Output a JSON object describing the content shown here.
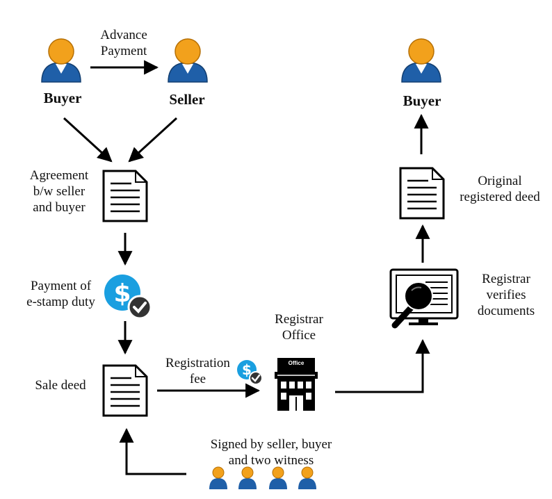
{
  "colors": {
    "person_body": "#1f5fa8",
    "person_head": "#f2a11c",
    "dollar": "#1a9fe0",
    "check": "#333333",
    "line": "#000000"
  },
  "labels": {
    "advance_payment": "Advance\nPayment",
    "buyer_left": "Buyer",
    "seller": "Seller",
    "buyer_right": "Buyer",
    "agreement": "Agreement\nb/w seller\nand buyer",
    "estamp": "Payment of\ne-stamp duty",
    "sale_deed": "Sale deed",
    "registration_fee": "Registration\nfee",
    "registrar_office": "Registrar\nOffice",
    "office_sign": "Office",
    "signed_by": "Signed by seller, buyer\nand two witness",
    "registrar_verifies": "Registrar\nverifies\ndocuments",
    "original_deed": "Original\nregistered deed"
  },
  "icons": [
    "buyer-person-icon",
    "seller-person-icon",
    "buyer-final-person-icon",
    "agreement-document-icon",
    "sale-deed-document-icon",
    "original-deed-document-icon",
    "estamp-dollar-check-icon",
    "registration-fee-dollar-check-icon",
    "registrar-office-building-icon",
    "verify-magnifier-icon",
    "witness-person-icon"
  ]
}
